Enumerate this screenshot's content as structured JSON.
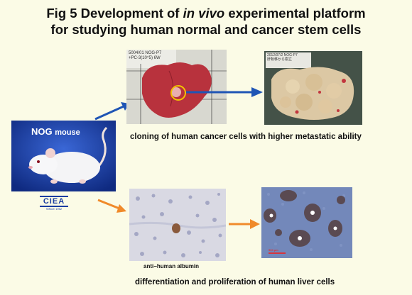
{
  "title": {
    "line1_prefix": "Fig 5 Development of ",
    "line1_italic": "in vivo",
    "line1_suffix": " experimental platform",
    "line2": "for studying human normal and cancer stem cells"
  },
  "mouse_panel": {
    "label_main": "NOG",
    "label_sub": "mouse",
    "logo_text": "CIEA",
    "logo_sub": "SINCE 1952"
  },
  "liver_photo": {
    "label_line1": "5004/01 NOG-P7",
    "label_line2": "+PC-3(10^5) 6W"
  },
  "tumor_photo": {
    "label_line1": "2012/07/2 NOG-P7",
    "label_line2": "肝転移から樹立"
  },
  "captions": {
    "top": "cloning of human cancer cells with higher  metastatic ability",
    "albumin": "anti−human albumin",
    "bottom": "differentiation and  proliferation of human liver cells"
  },
  "histology": {
    "scale_label": "500 µm"
  },
  "colors": {
    "arrow_top": "#1f55b5",
    "arrow_bottom": "#f08a2a",
    "mouse_bg": "#1a3da0",
    "highlight_ring": "#f2c400"
  }
}
